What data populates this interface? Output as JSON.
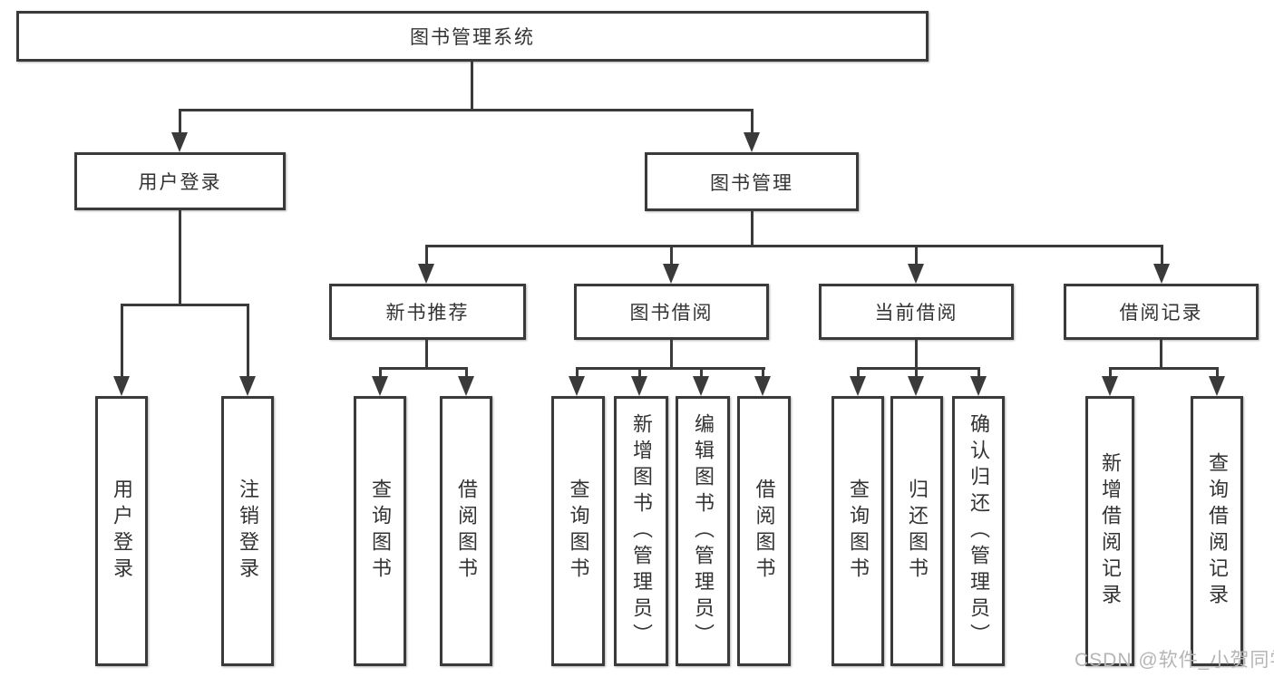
{
  "colors": {
    "line": "#3a3a3a",
    "text": "#333333",
    "watermark": "#b5b5b5",
    "background": "#ffffff"
  },
  "watermark": {
    "text": "CSDN @软件_小贺同学"
  },
  "diagram": {
    "root": {
      "label": "图书管理系统"
    },
    "level2": [
      {
        "label": "用户登录"
      },
      {
        "label": "图书管理"
      }
    ],
    "level3": [
      {
        "label": "新书推荐"
      },
      {
        "label": "图书借阅"
      },
      {
        "label": "当前借阅"
      },
      {
        "label": "借阅记录"
      }
    ],
    "leaves": {
      "user_login": [
        {
          "label": "用户登录"
        },
        {
          "label": "注销登录"
        }
      ],
      "new_book_recommend": [
        {
          "label": "查询图书"
        },
        {
          "label": "借阅图书"
        }
      ],
      "book_borrowing": [
        {
          "label": "查询图书"
        },
        {
          "label": "新增图书（管理员）"
        },
        {
          "label": "编辑图书（管理员）"
        },
        {
          "label": "借阅图书"
        }
      ],
      "current_borrowing": [
        {
          "label": "查询图书"
        },
        {
          "label": "归还图书"
        },
        {
          "label": "确认归还（管理员）"
        }
      ],
      "borrowing_records": [
        {
          "label": "新增借阅记录"
        },
        {
          "label": "查询借阅记录"
        }
      ]
    }
  }
}
